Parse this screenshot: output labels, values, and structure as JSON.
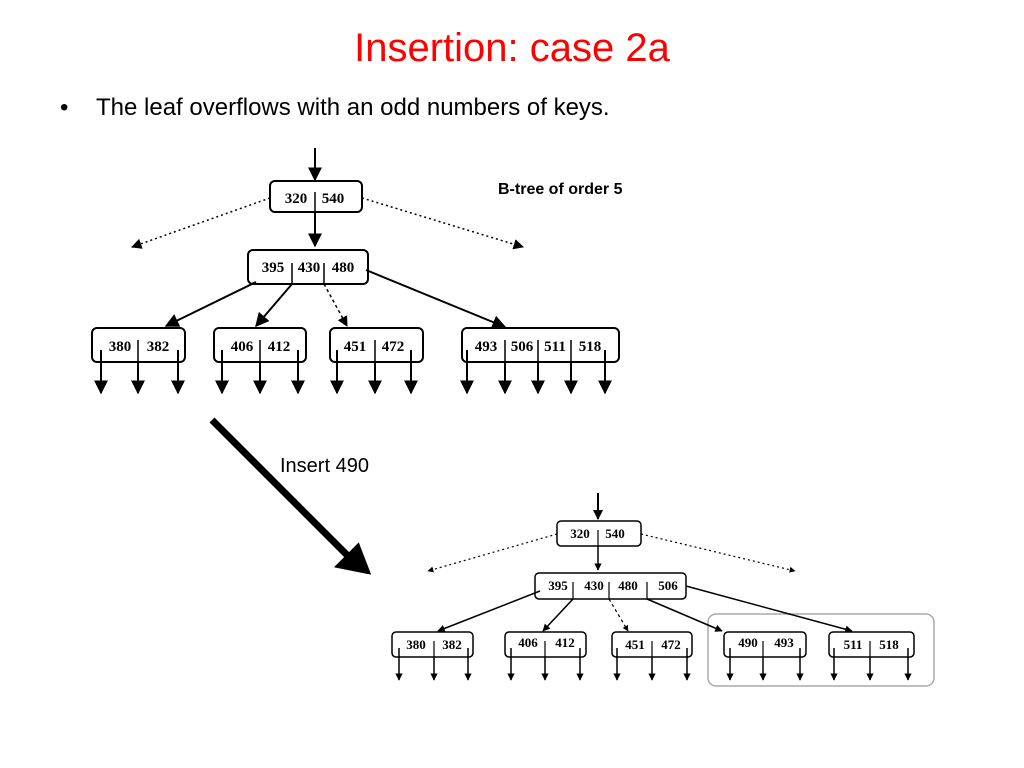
{
  "slide": {
    "title": "Insertion: case 2a",
    "bullet_symbol": "•",
    "bullet_text": "The leaf overflows with an odd numbers of keys."
  },
  "labels": {
    "btree_order": "B-tree of order 5",
    "insert_step": "Insert 490"
  },
  "tree_before": {
    "top": [
      "320",
      "540"
    ],
    "mid": [
      "395",
      "430",
      "480"
    ],
    "leaves": [
      [
        "380",
        "382"
      ],
      [
        "406",
        "412"
      ],
      [
        "451",
        "472"
      ],
      [
        "493",
        "506",
        "511",
        "518"
      ]
    ]
  },
  "tree_after": {
    "top": [
      "320",
      "540"
    ],
    "mid": [
      "395",
      "430",
      "480",
      "506"
    ],
    "leaves": [
      [
        "380",
        "382"
      ],
      [
        "406",
        "412"
      ],
      [
        "451",
        "472"
      ],
      [
        "490",
        "493"
      ],
      [
        "511",
        "518"
      ]
    ]
  },
  "colors": {
    "title": "#ff0000",
    "text": "#000000",
    "highlight_border": "#aaaaaa"
  }
}
